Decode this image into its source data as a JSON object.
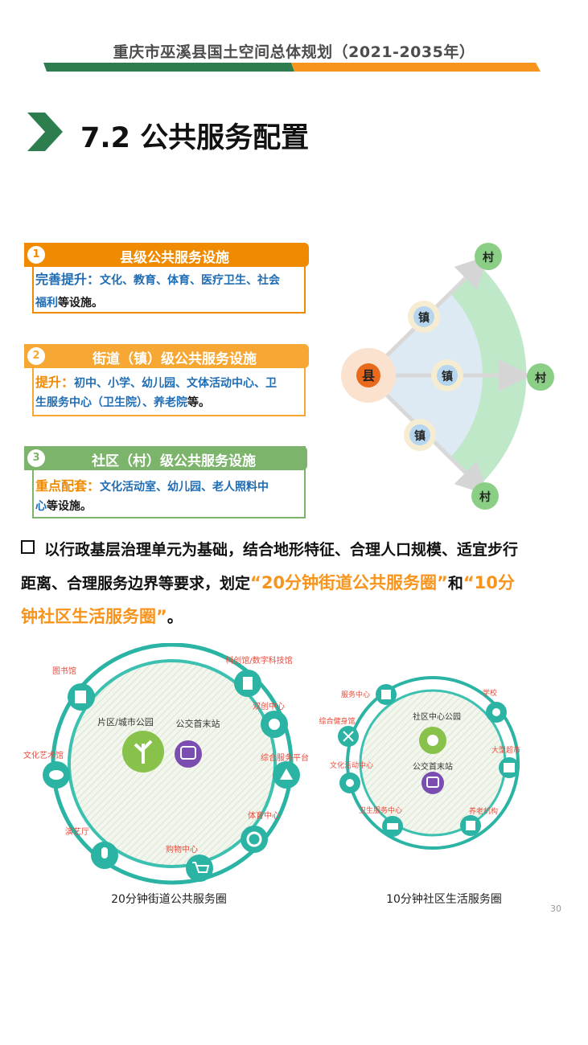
{
  "header": {
    "doc_title": "重庆市巫溪县国土空间总体规划（2021-2035年）",
    "bar_colors": [
      "#2e7d4f",
      "#f7941d"
    ]
  },
  "section": {
    "title": "7.2 公共服务配置"
  },
  "cards": [
    {
      "num": "1",
      "title": "县级公共服务设施",
      "color": "#f08a00",
      "key": "完善提升：",
      "text": "文化、教育、体育、医疗卫生、社会",
      "text2": "福利",
      "tail": "等设施。"
    },
    {
      "num": "2",
      "title": "街道（镇）级公共服务设施",
      "color": "#f7a834",
      "key": "提升：",
      "text": "初中、小学、幼儿园、文体活动中心、卫",
      "text2": "生服务中心（卫生院）、养老院",
      "tail": "等。"
    },
    {
      "num": "3",
      "title": "社区（村）级公共服务设施",
      "color": "#7cb46b",
      "key": "重点配套：",
      "text": "文化活动室、幼儿园、老人照料中",
      "text2": "心",
      "tail": "等设施。"
    }
  ],
  "hierarchy": {
    "county": "县",
    "town_top": "镇",
    "town_mid": "镇",
    "town_bot": "镇",
    "village_top": "村",
    "village_mid": "村",
    "village_bot": "村"
  },
  "paragraph": {
    "line1": "以行政基层治理单元为基础，结合地形特征、合理人口规模、适宜步行",
    "line2_a": "距离、合理服务边界等要求，划定",
    "line2_hl": "“20分钟街道公共服务圈”",
    "line2_b": "和",
    "line2_hl2": "“10分",
    "line3_hl": "钟社区生活服务圈”",
    "line3_b": "。"
  },
  "circle20": {
    "caption": "20分钟街道公共服务圈",
    "center_left": "片区/城市公园",
    "center_right": "公交首末站",
    "items": [
      "图书馆",
      "科创馆/数字科技馆",
      "双创中心",
      "综合服务平台",
      "体育中心",
      "购物中心",
      "演艺厅",
      "文化艺术馆"
    ]
  },
  "circle10": {
    "caption": "10分钟社区生活服务圈",
    "center_top": "社区中心公园",
    "center_bottom": "公交首末站",
    "items": [
      "服务中心",
      "学校",
      "综合健身馆",
      "大型超市",
      "文化活动中心",
      "卫生服务中心",
      "养老机构"
    ]
  },
  "page_number": "30",
  "colors": {
    "orange": "#f08a00",
    "green": "#7cb46b",
    "teal": "#2bb3a4",
    "blue_text": "#1f6db5",
    "highlight": "#f7941d"
  }
}
